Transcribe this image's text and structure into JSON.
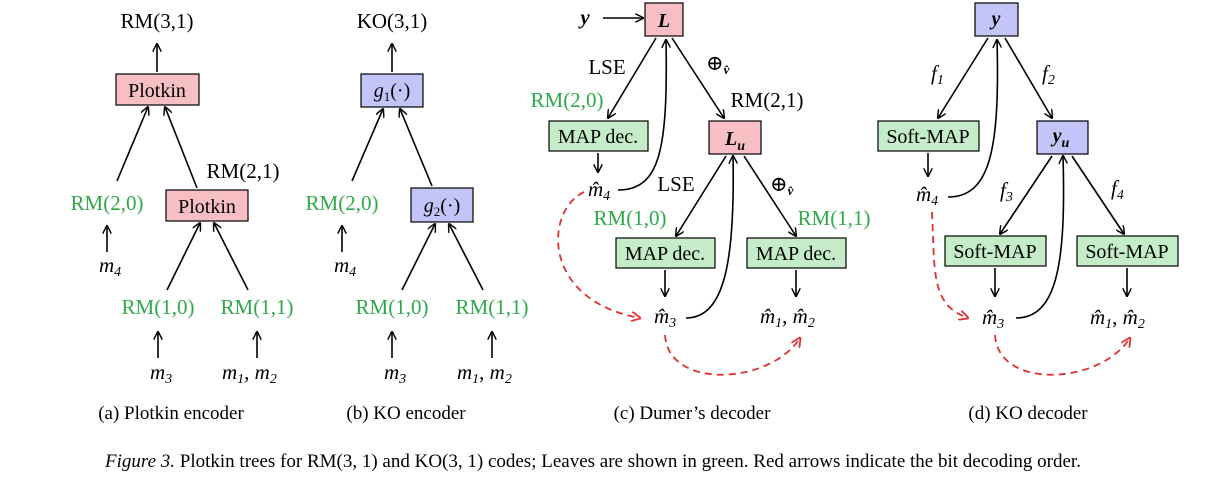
{
  "colors": {
    "leaf_green": "#2fa84a",
    "plotkin_pink": "#f7bfc4",
    "ko_blue": "#c3c4f7",
    "map_green": "#c4ecc9",
    "order_red": "#e03030"
  },
  "panel_a": {
    "root": "RM(3,1)",
    "box_top": "Plotkin",
    "box_mid": "Plotkin",
    "mid_label": "RM(2,1)",
    "leaf_20": "RM(2,0)",
    "leaf_10": "RM(1,0)",
    "leaf_11": "RM(1,1)",
    "m4": "m",
    "m4_sub": "4",
    "m3": "m",
    "m3_sub": "3",
    "m12_a": "m",
    "m12_a_sub": "1",
    "m12_sep": ", ",
    "m12_b": "m",
    "m12_b_sub": "2",
    "caption": "(a) Plotkin encoder"
  },
  "panel_b": {
    "root": "KO(3,1)",
    "box_top_fn": "g",
    "box_top_sub": "1",
    "box_top_arg": "(·)",
    "box_mid_fn": "g",
    "box_mid_sub": "2",
    "box_mid_arg": "(·)",
    "leaf_20": "RM(2,0)",
    "leaf_10": "RM(1,0)",
    "leaf_11": "RM(1,1)",
    "m4": "m",
    "m4_sub": "4",
    "m3": "m",
    "m3_sub": "3",
    "m12_a": "m",
    "m12_a_sub": "1",
    "m12_sep": ", ",
    "m12_b": "m",
    "m12_b_sub": "2",
    "caption": "(b) KO encoder"
  },
  "panel_c": {
    "y": "y",
    "L": "L",
    "Lu": "L",
    "Lu_sub": "u",
    "lse1": "LSE",
    "oplus1": "⊕",
    "oplus1_sub": "v̂",
    "rm20": "RM(2,0)",
    "rm21": "RM(2,1)",
    "map_top": "MAP dec.",
    "m4hat": "m̂",
    "m4hat_sub": "4",
    "lse2": "LSE",
    "oplus2": "⊕",
    "oplus2_sub": "v̂",
    "rm10": "RM(1,0)",
    "rm11": "RM(1,1)",
    "map_left": "MAP dec.",
    "map_right": "MAP dec.",
    "m3hat": "m̂",
    "m3hat_sub": "3",
    "m12hat_a": "m̂",
    "m12hat_a_sub": "1",
    "m12hat_sep": ", ",
    "m12hat_b": "m̂",
    "m12hat_b_sub": "2",
    "caption": "(c) Dumer’s decoder"
  },
  "panel_d": {
    "y": "y",
    "yu": "y",
    "yu_sub": "u",
    "f1": "f",
    "f1_sub": "1",
    "f2": "f",
    "f2_sub": "2",
    "f3": "f",
    "f3_sub": "3",
    "f4": "f",
    "f4_sub": "4",
    "softmap_top": "Soft-MAP",
    "softmap_left": "Soft-MAP",
    "softmap_right": "Soft-MAP",
    "m4hat": "m̂",
    "m4hat_sub": "4",
    "m3hat": "m̂",
    "m3hat_sub": "3",
    "m12hat_a": "m̂",
    "m12hat_a_sub": "1",
    "m12hat_sep": ", ",
    "m12hat_b": "m̂",
    "m12hat_b_sub": "2",
    "caption": "(d) KO decoder"
  },
  "figure_caption": {
    "label": "Figure 3.",
    "text1": " Plotkin trees for RM(3, 1) and KO(3, 1) codes; Leaves are shown in green. Red arrows indicate the bit decoding order."
  }
}
